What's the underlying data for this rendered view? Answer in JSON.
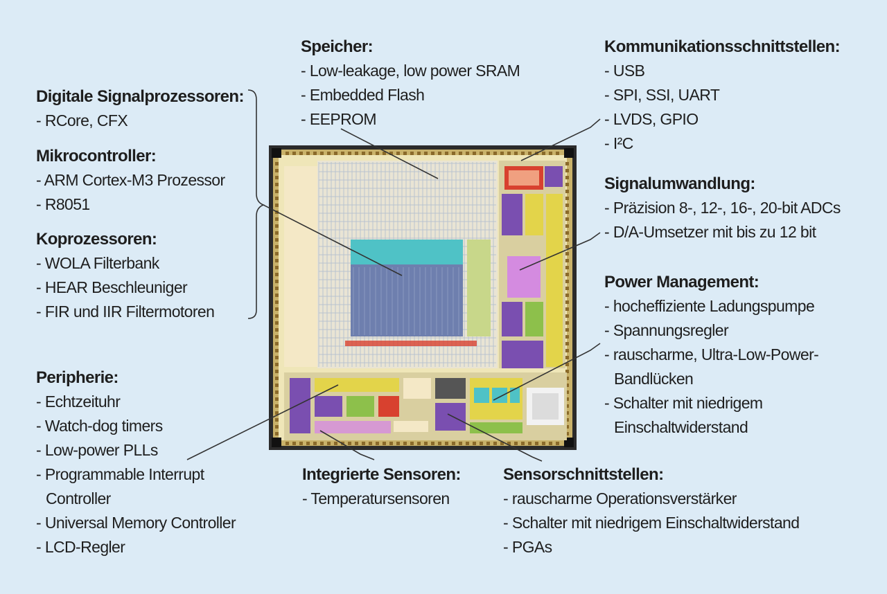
{
  "groups": {
    "dsp": {
      "heading": "Digitale Signalprozessoren:",
      "items": [
        "- RCore, CFX"
      ]
    },
    "mcu": {
      "heading": "Mikrocontroller:",
      "items": [
        "- ARM Cortex-M3 Prozessor",
        "- R8051"
      ]
    },
    "copro": {
      "heading": "Koprozessoren:",
      "items": [
        "- WOLA Filterbank",
        "- HEAR Beschleuniger",
        "- FIR und IIR Filtermotoren"
      ]
    },
    "periph": {
      "heading": "Peripherie:",
      "items": [
        "- Echtzeituhr",
        "- Watch-dog timers",
        "- Low-power PLLs",
        "- Programmable Interrupt",
        "Controller",
        "- Universal Memory Controller",
        "- LCD-Regler"
      ]
    },
    "mem": {
      "heading": "Speicher:",
      "items": [
        "- Low-leakage, low power SRAM",
        "- Embedded Flash",
        "- EEPROM"
      ]
    },
    "comm": {
      "heading": "Kommunikationsschnittstellen:",
      "items": [
        "- USB",
        "- SPI, SSI, UART",
        "- LVDS, GPIO",
        "- I²C"
      ]
    },
    "conv": {
      "heading": "Signalumwandlung:",
      "items": [
        "- Präzision 8-, 12-, 16-, 20-bit ADCs",
        "- D/A-Umsetzer mit bis zu 12 bit"
      ]
    },
    "power": {
      "heading": "Power Management:",
      "items": [
        "- hocheffiziente Ladungspumpe",
        "- Spannungsregler",
        "- rauscharme, Ultra-Low-Power-",
        "Bandlücken",
        "- Schalter mit niedrigem",
        "Einschaltwiderstand"
      ]
    },
    "sensors": {
      "heading": "Integrierte Sensoren:",
      "items": [
        "- Temperatursensoren"
      ]
    },
    "sensif": {
      "heading": "Sensorschnittstellen:",
      "items": [
        "- rauscharme Operationsverstärker",
        "- Schalter mit niedrigem Einschaltwiderstand",
        "- PGAs"
      ]
    }
  },
  "colors": {
    "background": "#dcebf6",
    "text": "#1e1e1e",
    "leader": "#333333",
    "chip_border": "#2b2b2b",
    "chip_base": "#efe6b8",
    "sram_block": "#6e7fae",
    "sram_highlight": "#4fc2c6",
    "grid_lines": "#b9c3cf",
    "magenta_block": "#d48be0",
    "yellow_logic": "#e3d44a",
    "purple_logic": "#7a4fb0",
    "red_accent": "#d8412f",
    "green_accent": "#8dc04b"
  }
}
